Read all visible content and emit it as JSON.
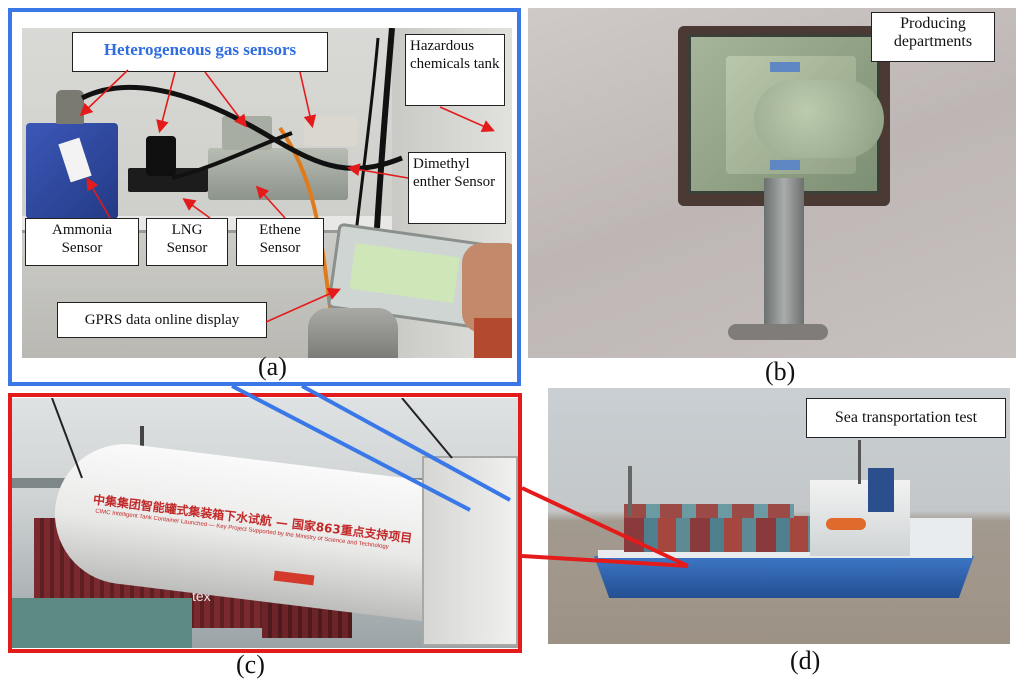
{
  "panels": {
    "a": {
      "caption": "(a)",
      "title": "Heterogeneous gas sensors",
      "labels": {
        "hazardous": "Hazardous chemicals tank",
        "dimethyl": "Dimethyl enther Sensor",
        "ammonia": "Ammonia Sensor",
        "lng": "LNG Sensor",
        "ethene": "Ethene Sensor",
        "gprs": "GPRS data online display"
      }
    },
    "b": {
      "caption": "(b)",
      "label": "Producing departments"
    },
    "c": {
      "caption": "(c)",
      "tank_text": "中集集团智能罐式集装箱下水试航 — 国家863重点支持项目",
      "tank_subtext": "CIMC Intelligent Tank Container Launched — Key Project Supported by the Ministry of Science and Technology",
      "container_mark": "tex"
    },
    "d": {
      "caption": "(d)",
      "label": "Sea transportation test"
    }
  },
  "colors": {
    "blue_frame": "#3a78e8",
    "red_frame": "#e41b1b",
    "title_blue": "#2f6de0"
  }
}
